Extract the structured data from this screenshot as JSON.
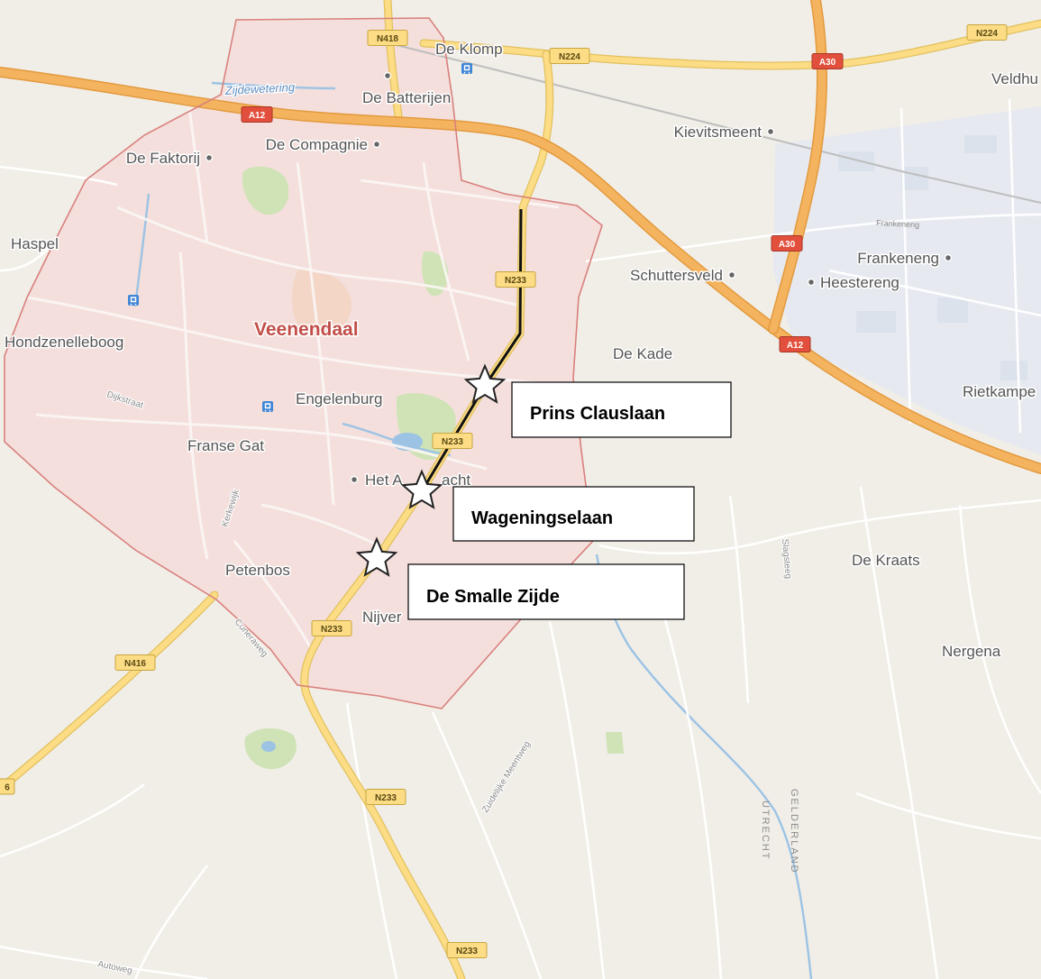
{
  "map": {
    "town_label": "Veenendaal",
    "water_labels": {
      "zijdewetering": "Zijdewetering"
    },
    "places": {
      "de_klomp": "De Klomp",
      "de_batterijen": "De Batterijen",
      "kievitsmeent": "Kievitsmeent",
      "veldhu": "Veldhu",
      "de_faktorij": "De Faktorij",
      "de_compagnie": "De Compagnie",
      "haspel": "Haspel",
      "frankeneng": "Frankeneng",
      "heestereng": "Heestereng",
      "schuttersveld": "Schuttersveld",
      "hondzenelleboog": "Hondzenelleboog",
      "de_kade": "De Kade",
      "rietkampe": "Rietkampe",
      "engelenburg": "Engelenburg",
      "franse_gat": "Franse Gat",
      "het_a_left": "Het A",
      "het_a_right": "acht",
      "petenbos": "Petenbos",
      "nijver": "Nijver",
      "de_kraats": "De Kraats",
      "nergena": "Nergena"
    },
    "streets": {
      "frankeneng_street": "Frankeneng",
      "dijkstraat": "Dijkstraat",
      "kerkewijk": "Kerkewijk",
      "cuneraweg": "Cuneraweg",
      "slagsteeg": "Slagsteeg",
      "zuidelijke_meentweg": "Zuidelijke Meentweg",
      "autoweg": "Autoweg"
    },
    "provinces": {
      "utrecht": "UTRECHT",
      "gelderland": "GELDERLAND"
    },
    "road_shields": {
      "n418": "N418",
      "n224_west": "N224",
      "n224_east": "N224",
      "a30_north": "A30",
      "a30_south": "A30",
      "a12_west": "A12",
      "a12_east": "A12",
      "n233_1": "N233",
      "n233_2": "N233",
      "n233_3": "N233",
      "n233_4": "N233",
      "n233_5": "N233",
      "n416": "N416",
      "edge_cut": "6"
    },
    "markers": [
      {
        "label": "Prins Clauslaan"
      },
      {
        "label": "Wageningselaan"
      },
      {
        "label": "De Smalle Zijde"
      }
    ],
    "icons": {
      "marker": "star-icon",
      "station": "train-station-icon",
      "place": "place-dot-icon"
    },
    "colors": {
      "background": "#f1eee8",
      "highway": "#f4b35e",
      "highway_shield": "#e2503d",
      "main_road": "#fcdc84",
      "municipality_fill": "#f4dcd9",
      "municipality_border": "#d9807c",
      "town_label": "#c24e48",
      "water": "#9cc3e4",
      "park": "#cfe3b6",
      "route": "#111111"
    }
  }
}
